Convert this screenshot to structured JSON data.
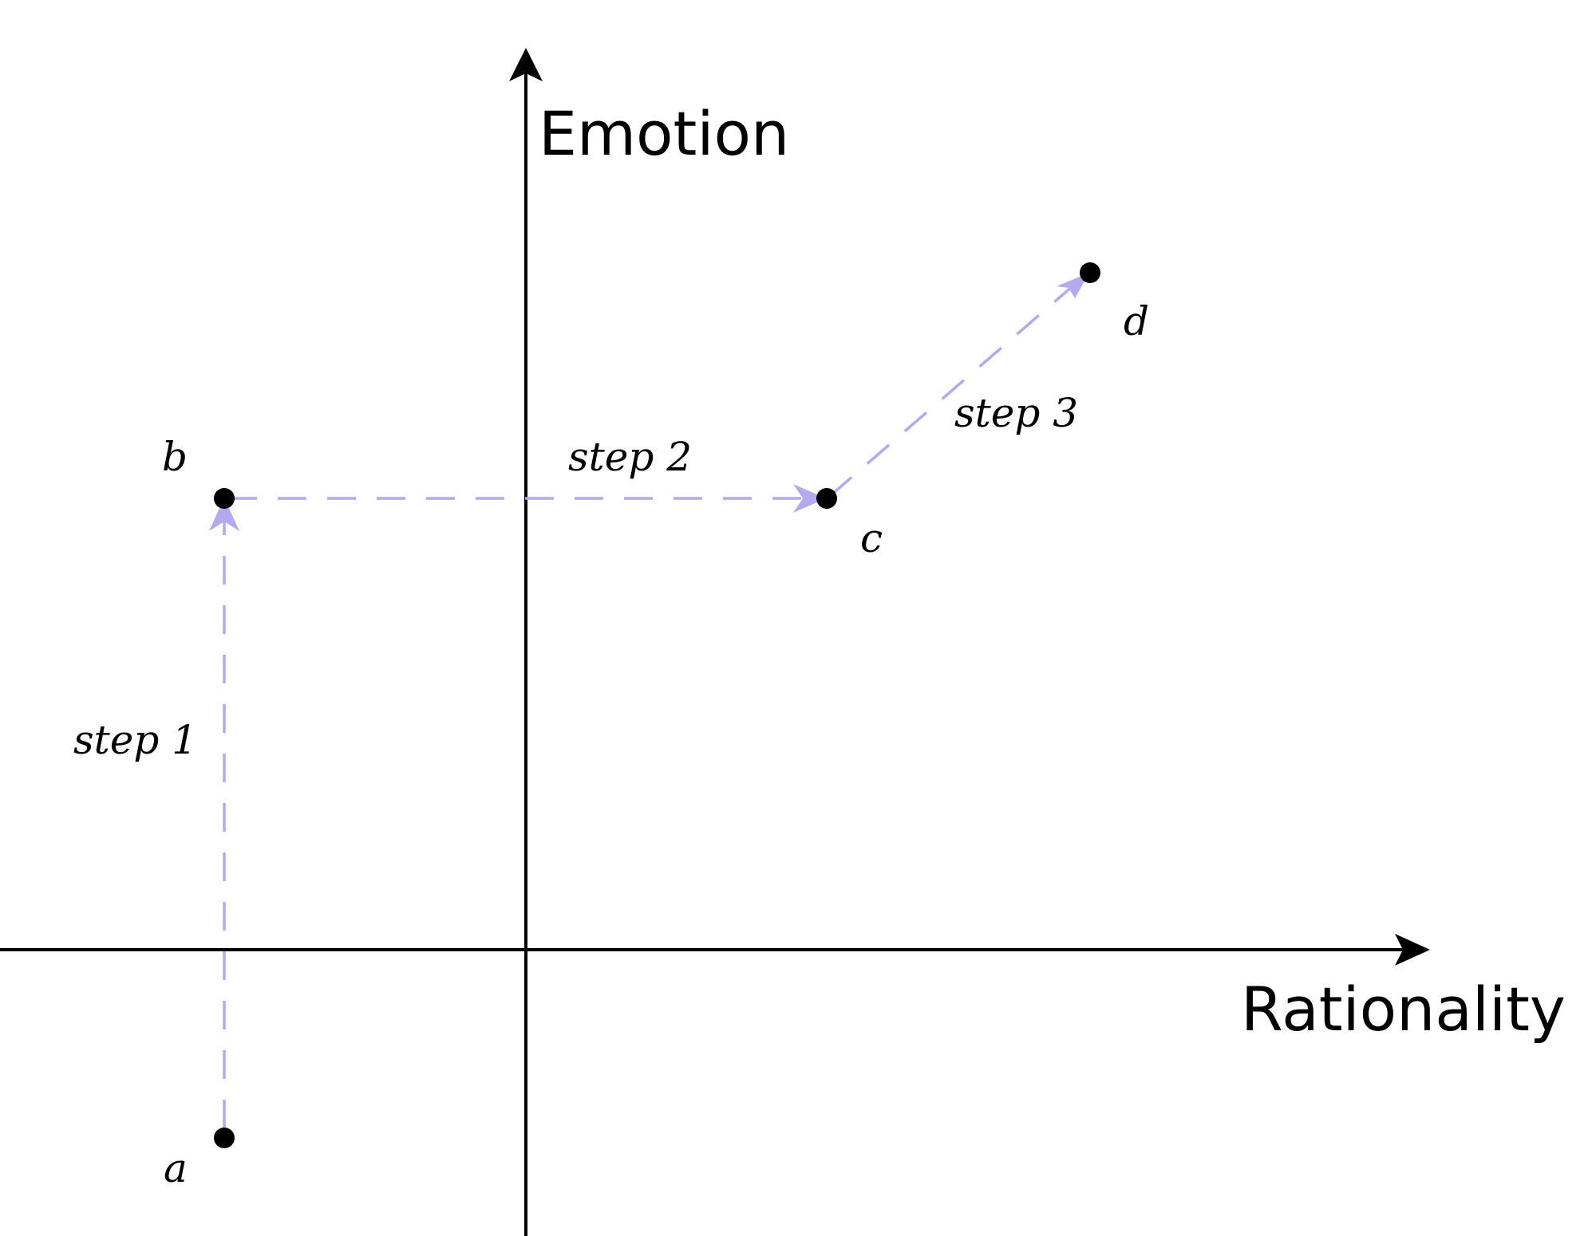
{
  "axes": {
    "y_label": "Emotion",
    "x_label": "Rationality"
  },
  "points": [
    {
      "id": "a",
      "label": "a"
    },
    {
      "id": "b",
      "label": "b"
    },
    {
      "id": "c",
      "label": "c"
    },
    {
      "id": "d",
      "label": "d"
    }
  ],
  "steps": [
    {
      "label": "step 1",
      "from": "a",
      "to": "b"
    },
    {
      "label": "step 2",
      "from": "b",
      "to": "c"
    },
    {
      "label": "step 3",
      "from": "c",
      "to": "d"
    }
  ],
  "colors": {
    "axis": "#000000",
    "point": "#000000",
    "path": "#b3a9ec"
  }
}
